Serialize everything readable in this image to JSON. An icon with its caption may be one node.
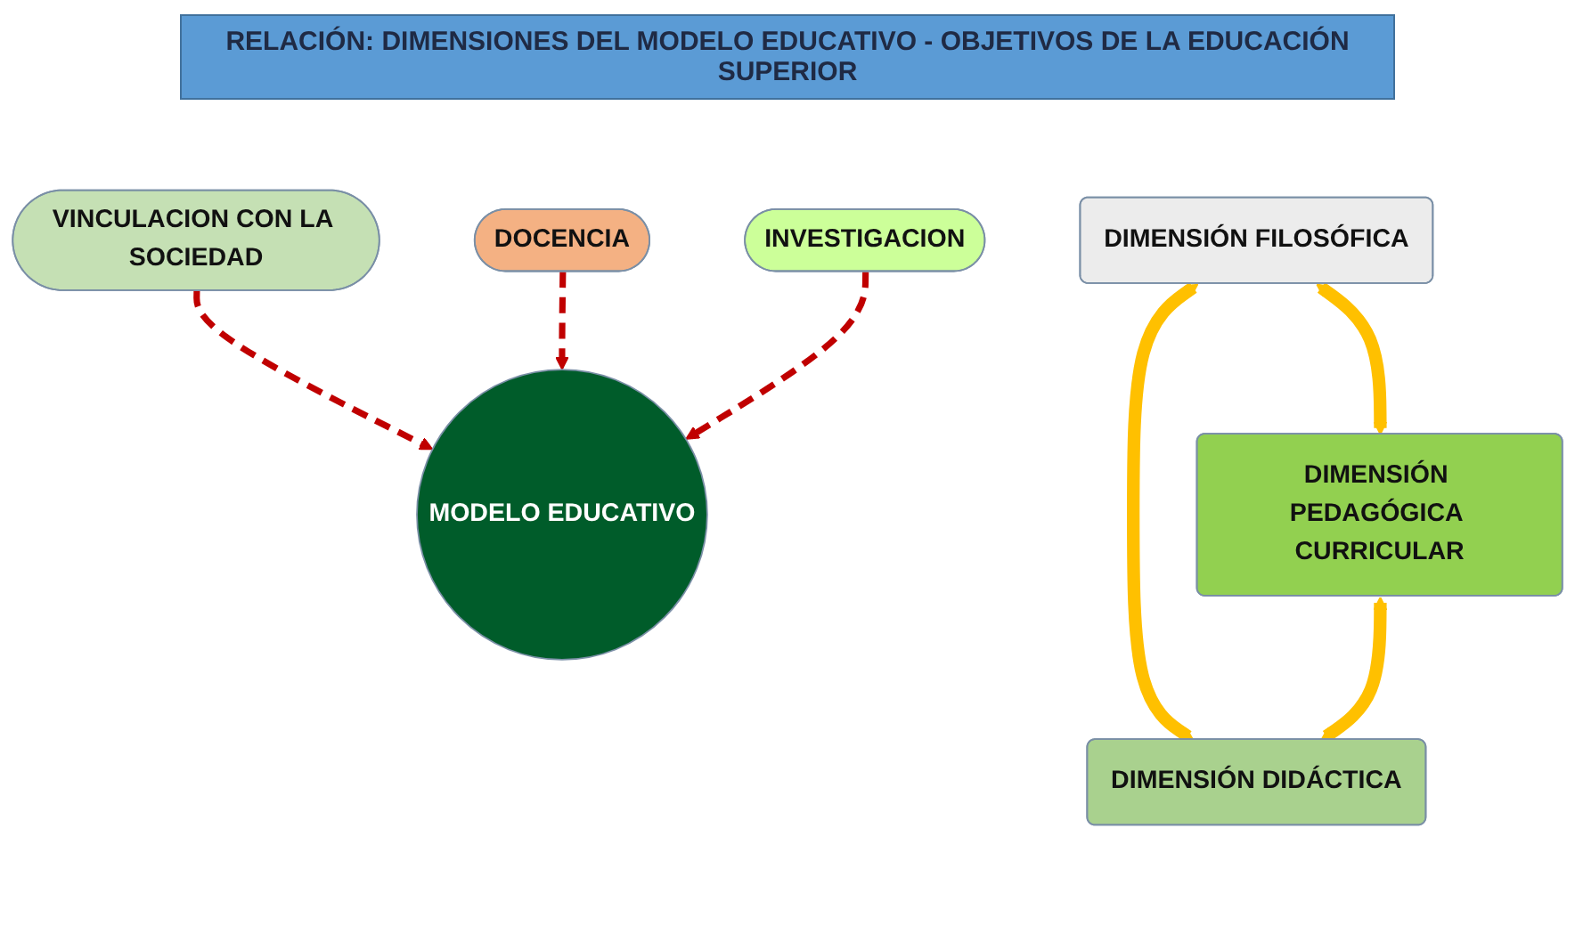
{
  "diagram": {
    "title": "RELACIÓN: DIMENSIONES DEL MODELO EDUCATIVO - OBJETIVOS DE LA EDUCACIÓN SUPERIOR",
    "nodes": [
      {
        "text": [
          "DIMENSIÓN FILOSÓFICA"
        ]
      },
      {
        "text": [
          "MODELO EDUCATIVO"
        ]
      },
      {
        "text": [
          "VINCULACION CON LA SOCIEDAD"
        ]
      },
      {
        "text": [
          "DOCENCIA"
        ]
      },
      {
        "text": [
          "DIMENSIÓN PEDAGÓGICA CURRICULAR"
        ]
      },
      {
        "text": [
          "INVESTIGACION"
        ]
      },
      {
        "text": [
          "DIMENSIÓN DIDÁCTICA"
        ]
      }
    ],
    "edges": [
      {
        "from": 0,
        "to": 4,
        "arrow": "both",
        "style": "thick",
        "color": "#ffc000"
      },
      {
        "from": 0,
        "to": 6,
        "arrow": "both",
        "style": "thick",
        "color": "#ffc000"
      },
      {
        "from": 4,
        "to": 6,
        "arrow": "both",
        "style": "thick",
        "color": "#ffc000"
      },
      {
        "from": 2,
        "to": 1,
        "arrow": "to",
        "style": "dashed",
        "color": "#c00000"
      },
      {
        "from": 3,
        "to": 1,
        "arrow": "to",
        "style": "dashed",
        "color": "#c00000"
      },
      {
        "from": 5,
        "to": 1,
        "arrow": "to",
        "style": "dashed",
        "color": "#c00000"
      }
    ]
  }
}
